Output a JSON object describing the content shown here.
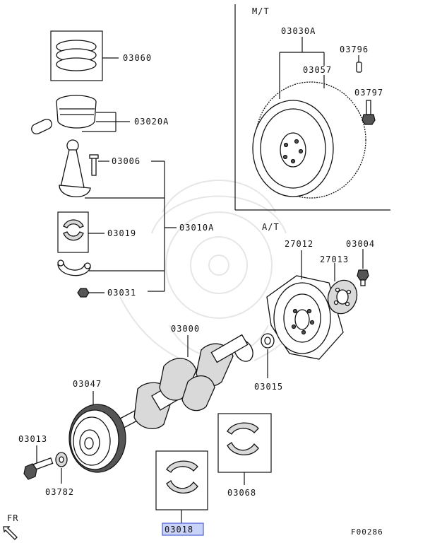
{
  "sections": {
    "manual_label": "M/T",
    "automatic_label": "A/T"
  },
  "parts": {
    "p03060": "03060",
    "p03020A": "03020A",
    "p03006": "03006",
    "p03010A": "03010A",
    "p03019": "03019",
    "p03031": "03031",
    "p03030A": "03030A",
    "p03796": "03796",
    "p03057": "03057",
    "p03797": "03797",
    "p27012": "27012",
    "p03004": "03004",
    "p27013": "27013",
    "p03000": "03000",
    "p03015": "03015",
    "p03047": "03047",
    "p03013": "03013",
    "p03782": "03782",
    "p03068": "03068",
    "p03018": "03018"
  },
  "selected_part": "03018",
  "front_indicator": "FR",
  "figure_code": "F00286",
  "colors": {
    "highlight_fill": "#c9d2f7",
    "highlight_stroke": "#4b5fd6",
    "line": "#111111"
  }
}
